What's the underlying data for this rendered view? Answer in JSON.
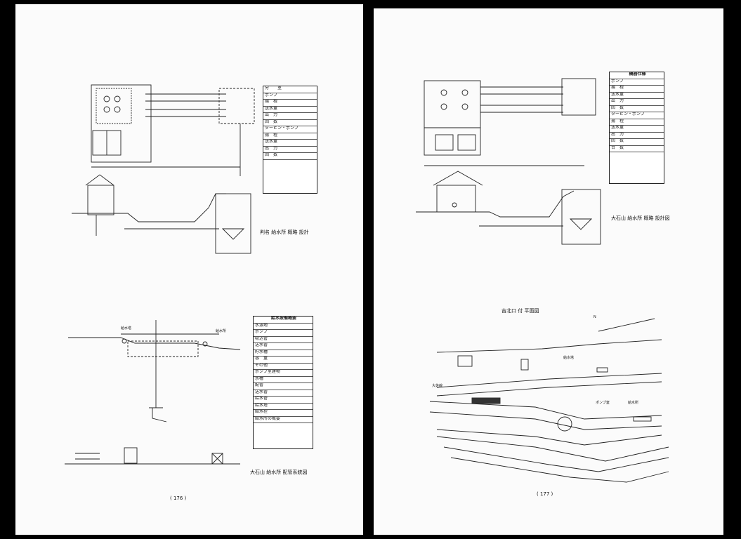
{
  "left_page": {
    "page_number": "( 176 )",
    "caption_top": "判名 給水所 概略 設計",
    "caption_bottom": "大石山 給水所 配管系統図",
    "table_top": [
      "分　　室",
      "ポンプ",
      "揚　程",
      "送水量",
      "出　力",
      "回　数",
      "タービン・ポンプ",
      "揚　程",
      "送水量",
      "出　力",
      "回　数"
    ],
    "table_bottom": [
      "給水設備概要",
      "水源地",
      "ポンプ",
      "吸込管",
      "送水管",
      "貯水槽",
      "容　量",
      "その他",
      "ポンプ室建物",
      "水槽",
      "配管",
      "送水管",
      "給水管",
      "給水塔",
      "給水栓",
      "給水所の概要"
    ],
    "labels": [
      "給水塔",
      "給水所"
    ]
  },
  "right_page": {
    "page_number": "( 177 )",
    "caption_top": "大石山 給水所 概略 設計図",
    "caption_bottom": "吉北口 付 平面図",
    "table": [
      "機器仕様",
      "ポンプ",
      "揚　程",
      "送水量",
      "出　力",
      "回　数",
      "タービン・ポンプ",
      "揚　程",
      "送水量",
      "出　力",
      "回　数",
      "台　数"
    ],
    "map_labels": [
      "N",
      "大佐線",
      "給水塔",
      "ポンプ室",
      "給水所"
    ]
  }
}
